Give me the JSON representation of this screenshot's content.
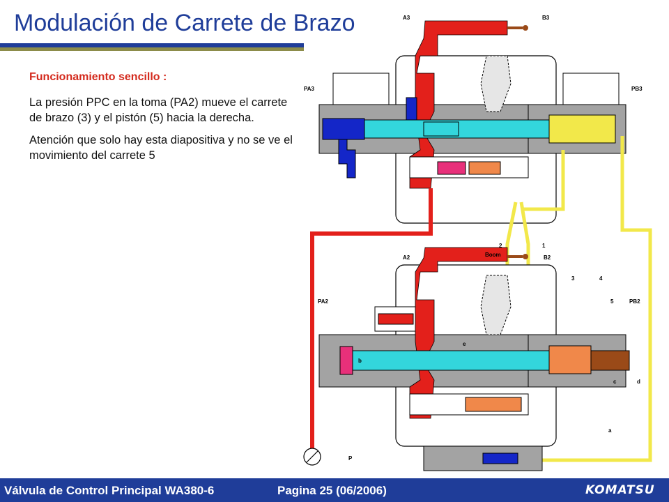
{
  "slide": {
    "title": "Modulación de Carrete de Brazo",
    "subheading": "Funcionamiento sencillo :",
    "paragraph1": "La presión PPC en la toma (PA2) mueve el carrete de brazo (3) y el pistón (5) hacia la derecha.",
    "paragraph2": "Atención que solo hay esta diapositiva y no se ve el movimiento del carrete 5"
  },
  "diagram": {
    "labels": {
      "a3": "A3",
      "b3": "B3",
      "pa3": "PA3",
      "pb3": "PB3",
      "a2": "A2",
      "b2": "B2",
      "pa2": "PA2",
      "pb2": "PB2",
      "boom": "Boom",
      "n1": "1",
      "n2": "2",
      "n3": "3",
      "n4": "4",
      "n5": "5",
      "a": "a",
      "b": "b",
      "c": "c",
      "d": "d",
      "e": "e",
      "p": "P"
    },
    "colors": {
      "high_pressure": "#e3201b",
      "drain": "#1426c8",
      "pilot": "#f2e84a",
      "spool": "#33d6dc",
      "body": "#a3a3a3",
      "orange_part": "#f0884a",
      "magenta_part": "#e8307a",
      "brown_part": "#9a4a18"
    }
  },
  "footer": {
    "title": "Válvula de Control Principal WA380-6",
    "page": "Pagina 25 (06/2006)",
    "logo": "KOMATSU"
  }
}
